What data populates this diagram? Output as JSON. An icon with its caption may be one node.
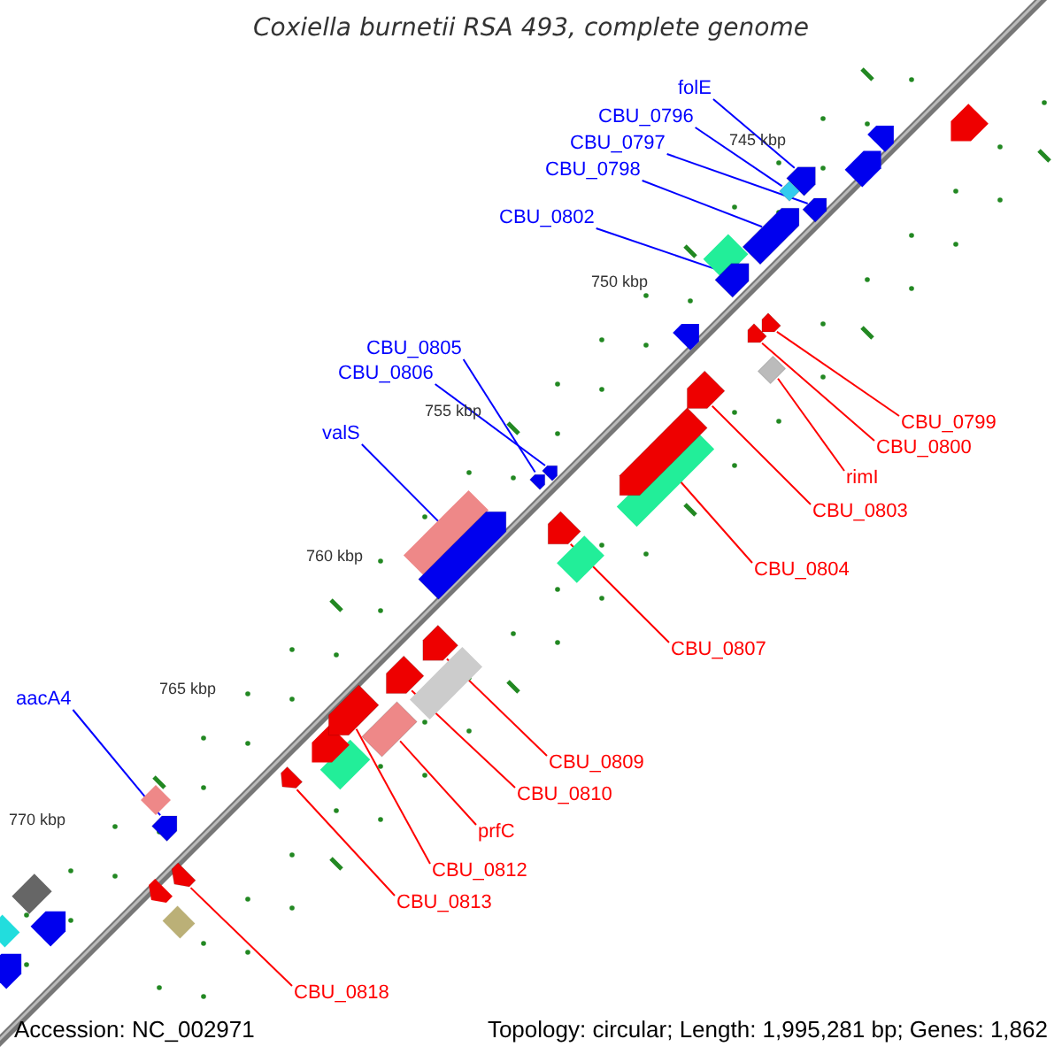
{
  "diagram": {
    "title": "Coxiella burnetii RSA 493, complete genome",
    "nodes": [
      {
        "text": [
          "folE"
        ]
      },
      {
        "text": [
          "CBU_0796"
        ]
      },
      {
        "text": [
          "CBU_0797"
        ]
      },
      {
        "text": [
          "CBU_0798"
        ]
      },
      {
        "text": [
          "CBU_0802"
        ]
      },
      {
        "text": [
          "CBU_0805"
        ]
      },
      {
        "text": [
          "CBU_0806"
        ]
      },
      {
        "text": [
          "valS"
        ]
      },
      {
        "text": [
          "aacA4"
        ]
      },
      {
        "text": [
          "CBU_0799"
        ]
      },
      {
        "text": [
          "CBU_0800"
        ]
      },
      {
        "text": [
          "rimI"
        ]
      },
      {
        "text": [
          "CBU_0803"
        ]
      },
      {
        "text": [
          "CBU_0804"
        ]
      },
      {
        "text": [
          "CBU_0807"
        ]
      },
      {
        "text": [
          "CBU_0809"
        ]
      },
      {
        "text": [
          "CBU_0810"
        ]
      },
      {
        "text": [
          "prfC"
        ]
      },
      {
        "text": [
          "CBU_0812"
        ]
      },
      {
        "text": [
          "CBU_0813"
        ]
      },
      {
        "text": [
          "CBU_0818"
        ]
      },
      {
        "text": [],
        "shape": "pentagon"
      },
      {
        "text": [],
        "shape": "diamond"
      },
      {
        "text": [],
        "shape": "pentagon"
      },
      {
        "text": [],
        "shape": "pentagon"
      },
      {
        "text": [],
        "shape": "pentagon"
      },
      {
        "text": [],
        "shape": "pentagon"
      },
      {
        "text": [],
        "shape": "pentagon"
      },
      {
        "text": [],
        "shape": "pentagon"
      },
      {
        "text": [],
        "shape": "pentagon"
      },
      {
        "text": [],
        "shape": "pentagon"
      },
      {
        "text": [],
        "shape": "pentagon"
      },
      {
        "text": [],
        "shape": "diamond"
      },
      {
        "text": [],
        "shape": "pentagon"
      },
      {
        "text": [],
        "shape": "pentagon"
      },
      {
        "text": [],
        "shape": "pentagon"
      },
      {
        "text": [],
        "shape": "pentagon"
      },
      {
        "text": [],
        "shape": "pentagon"
      },
      {
        "text": [],
        "shape": "bar"
      },
      {
        "text": [],
        "shape": "pentagon"
      },
      {
        "text": [],
        "shape": "pentagon"
      },
      {
        "text": [],
        "shape": "pentagon"
      }
    ],
    "edges": [
      {
        "from": 0,
        "to": 21,
        "arrow": "none",
        "color": "#0000ff"
      },
      {
        "from": 1,
        "to": 22,
        "arrow": "none",
        "color": "#0000ff"
      },
      {
        "from": 2,
        "to": 23,
        "arrow": "none",
        "color": "#0000ff"
      },
      {
        "from": 3,
        "to": 24,
        "arrow": "none",
        "color": "#0000ff"
      },
      {
        "from": 4,
        "to": 25,
        "arrow": "none",
        "color": "#0000ff"
      },
      {
        "from": 5,
        "to": 26,
        "arrow": "none",
        "color": "#0000ff"
      },
      {
        "from": 6,
        "to": 27,
        "arrow": "none",
        "color": "#0000ff"
      },
      {
        "from": 7,
        "to": 28,
        "arrow": "none",
        "color": "#0000ff"
      },
      {
        "from": 8,
        "to": 29,
        "arrow": "none",
        "color": "#0000ff"
      },
      {
        "from": 9,
        "to": 31,
        "arrow": "none"
      },
      {
        "from": 10,
        "to": 30,
        "arrow": "none"
      },
      {
        "from": 11,
        "to": 32,
        "arrow": "none"
      },
      {
        "from": 12,
        "to": 33,
        "arrow": "none"
      },
      {
        "from": 13,
        "to": 34,
        "arrow": "none"
      },
      {
        "from": 14,
        "to": 35,
        "arrow": "none"
      },
      {
        "from": 15,
        "to": 36,
        "arrow": "none"
      },
      {
        "from": 16,
        "to": 37,
        "arrow": "none"
      },
      {
        "from": 17,
        "to": 38,
        "arrow": "none"
      },
      {
        "from": 18,
        "to": 39,
        "arrow": "none"
      },
      {
        "from": 19,
        "to": 40,
        "arrow": "none"
      },
      {
        "from": 20,
        "to": 41,
        "arrow": "none"
      }
    ],
    "labels": [
      "745 kbp",
      "750 kbp",
      "755 kbp",
      "760 kbp",
      "765 kbp",
      "770 kbp",
      "Accession: NC_002971",
      "Topology: circular; Length: 1,995,281 bp; Genes: 1,862"
    ]
  }
}
